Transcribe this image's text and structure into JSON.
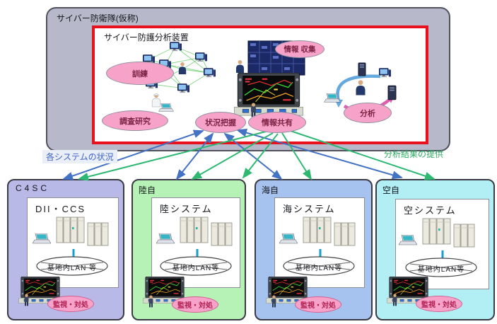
{
  "header": {
    "unit_title": "サイバー防衛隊(仮称)",
    "device_title": "サイバー防護分析装置"
  },
  "functions": {
    "training": "訓練",
    "research": "調査研究",
    "collection": "情報 収集",
    "analysis": "分析",
    "situation": "状況把握",
    "sharing": "情報共有"
  },
  "flows": {
    "to_unit": "各システムの状況",
    "to_systems": "分析結果の提供"
  },
  "systems": [
    {
      "title": "C4SC",
      "system": "DII・CCS",
      "lan": "基地内LAN 等",
      "monitor": "監視・対処"
    },
    {
      "title": "陸自",
      "system": "陸システム",
      "lan": "基地内LAN等",
      "monitor": "監視・対処"
    },
    {
      "title": "海自",
      "system": "海システム",
      "lan": "基地内LAN等",
      "monitor": "監視・対処"
    },
    {
      "title": "空自",
      "system": "空システム",
      "lan": "基地内LAN等",
      "monitor": "監視・対処"
    }
  ],
  "colors": {
    "red_border": "#e8111d",
    "unit_fill": "#b7b8c9",
    "blue_arrow": "#4472c4",
    "green_arrow": "#2eb872",
    "bubble_pink": "#f7a3c9",
    "c4sc_fill": "#b9b9e8",
    "ground_fill": "#b6f2b6",
    "maritime_fill": "#a6c2ee",
    "air_fill": "#b2eff5"
  }
}
